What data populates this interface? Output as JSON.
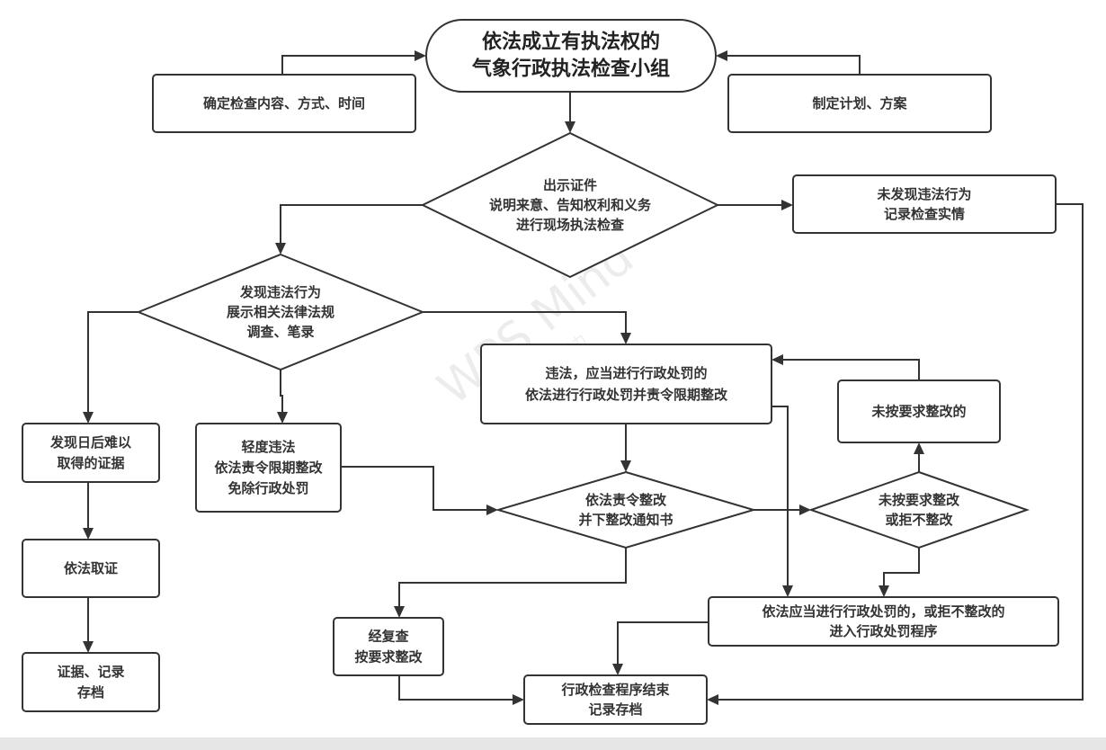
{
  "diagram": {
    "type": "flowchart",
    "colors": {
      "stroke": "#333333",
      "text": "#333333",
      "background": "#ffffff",
      "bottom_strip": "#e6e6e6"
    },
    "watermark": {
      "main": "WPS Mind",
      "sub": "WPS灵感作图能力"
    },
    "nodes": {
      "start": {
        "shape": "terminator",
        "lines": [
          "依法成立有执法权的",
          "气象行政执法检查小组"
        ]
      },
      "define_content": {
        "shape": "rect",
        "lines": [
          "确定检查内容、方式、时间"
        ]
      },
      "make_plan": {
        "shape": "rect",
        "lines": [
          "制定计划、方案"
        ]
      },
      "show_credentials": {
        "shape": "decision",
        "lines": [
          "出示证件",
          "说明来意、告知权利和义务",
          "进行现场执法检查"
        ]
      },
      "no_violation": {
        "shape": "rect",
        "lines": [
          "未发现违法行为",
          "记录检查实情"
        ]
      },
      "found_violation": {
        "shape": "decision",
        "lines": [
          "发现违法行为",
          "展示相关法律法规",
          "调查、笔录"
        ]
      },
      "hard_evidence": {
        "shape": "rect",
        "lines": [
          "发现日后难以",
          "取得的证据"
        ]
      },
      "collect_evidence": {
        "shape": "rect",
        "lines": [
          "依法取证"
        ]
      },
      "archive_evidence": {
        "shape": "rect",
        "lines": [
          "证据、记录",
          "存档"
        ]
      },
      "minor_violation": {
        "shape": "rect",
        "lines": [
          "轻度违法",
          "依法责令限期整改",
          "免除行政处罚"
        ]
      },
      "penalty_violation": {
        "shape": "rect",
        "lines": [
          "违法，应当进行行政处罚的",
          "依法进行行政处罚并责令限期整改"
        ]
      },
      "order_rectify": {
        "shape": "decision",
        "lines": [
          "依法责令整改",
          "并下整改通知书"
        ]
      },
      "not_rectified_q": {
        "shape": "decision",
        "lines": [
          "未按要求整改",
          "或拒不整改"
        ]
      },
      "not_rectified": {
        "shape": "rect",
        "lines": [
          "未按要求整改的"
        ]
      },
      "enter_penalty": {
        "shape": "rect",
        "lines": [
          "依法应当进行行政处罚的，或拒不整改的",
          "进入行政处罚程序"
        ]
      },
      "recheck_ok": {
        "shape": "rect",
        "lines": [
          "经复查",
          "按要求整改"
        ]
      },
      "end": {
        "shape": "rect",
        "lines": [
          "行政检查程序结束",
          "记录存档"
        ]
      }
    },
    "edges": [
      {
        "from": "define_content",
        "to": "start"
      },
      {
        "from": "make_plan",
        "to": "start"
      },
      {
        "from": "start",
        "to": "show_credentials"
      },
      {
        "from": "show_credentials",
        "to": "no_violation"
      },
      {
        "from": "show_credentials",
        "to": "found_violation"
      },
      {
        "from": "found_violation",
        "to": "hard_evidence"
      },
      {
        "from": "found_violation",
        "to": "minor_violation"
      },
      {
        "from": "found_violation",
        "to": "penalty_violation"
      },
      {
        "from": "hard_evidence",
        "to": "collect_evidence"
      },
      {
        "from": "collect_evidence",
        "to": "archive_evidence"
      },
      {
        "from": "minor_violation",
        "to": "order_rectify"
      },
      {
        "from": "penalty_violation",
        "to": "order_rectify"
      },
      {
        "from": "penalty_violation",
        "to": "enter_penalty"
      },
      {
        "from": "order_rectify",
        "to": "not_rectified_q"
      },
      {
        "from": "order_rectify",
        "to": "recheck_ok"
      },
      {
        "from": "not_rectified_q",
        "to": "not_rectified"
      },
      {
        "from": "not_rectified_q",
        "to": "enter_penalty"
      },
      {
        "from": "not_rectified",
        "to": "penalty_violation"
      },
      {
        "from": "enter_penalty",
        "to": "end"
      },
      {
        "from": "recheck_ok",
        "to": "end"
      },
      {
        "from": "no_violation",
        "to": "end"
      }
    ]
  }
}
